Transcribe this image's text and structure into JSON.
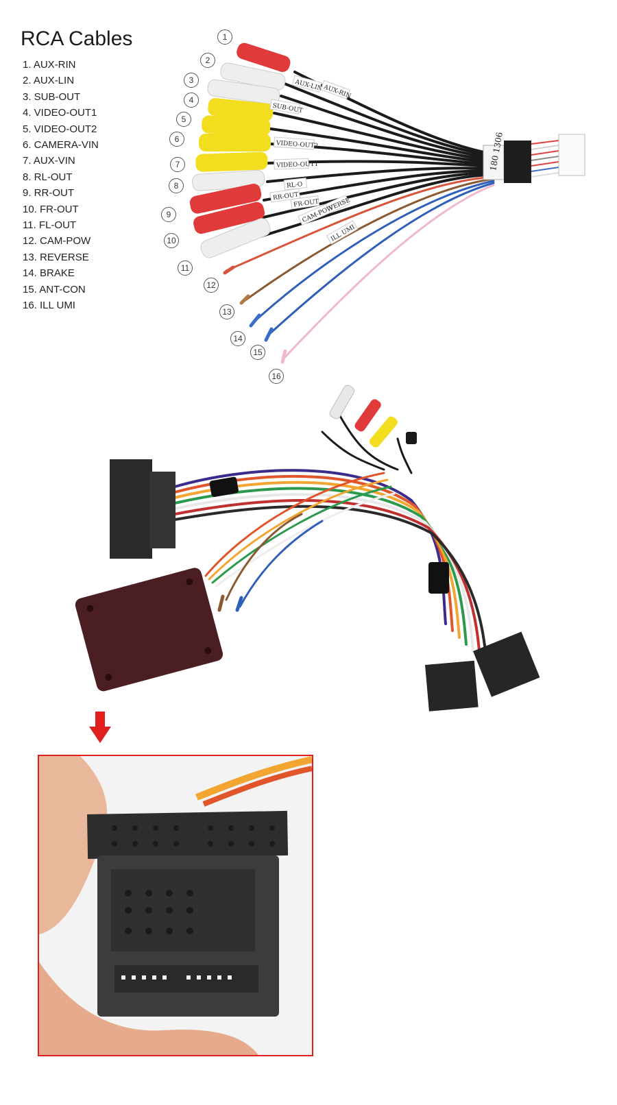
{
  "header": {
    "title": "RCA Cables"
  },
  "legend": {
    "items": [
      "1. AUX-RIN",
      "2. AUX-LIN",
      "3. SUB-OUT",
      "4. VIDEO-OUT1",
      "5. VIDEO-OUT2",
      "6. CAMERA-VIN",
      "7. AUX-VIN",
      "8. RL-OUT",
      "9. RR-OUT",
      "10. FR-OUT",
      "11. FL-OUT",
      "12. CAM-POW",
      "13. REVERSE",
      "14. BRAKE",
      "15. ANT-CON",
      "16. ILL UMI"
    ]
  },
  "callouts": [
    "1",
    "2",
    "3",
    "4",
    "5",
    "6",
    "7",
    "8",
    "9",
    "10",
    "11",
    "12",
    "13",
    "14",
    "15",
    "16"
  ],
  "cable_labels": [
    "AUX-LIN",
    "AUX-RIN",
    "SUB-OUT",
    "VIDEO-OUT2",
    "VIDEO-OUT1",
    "RL-O",
    "RR-OUT",
    "FR-OUT",
    "REVERSE",
    "CAM-POW",
    "ILL UMI",
    "180 1306"
  ],
  "colors": {
    "accent_red": "#e01f1f",
    "rca_red": "#e03a3a",
    "rca_white": "#eeeeee",
    "rca_yellow": "#f2dd1e",
    "connector_black": "#2a2a2a",
    "module_brown": "#4a1e22"
  }
}
